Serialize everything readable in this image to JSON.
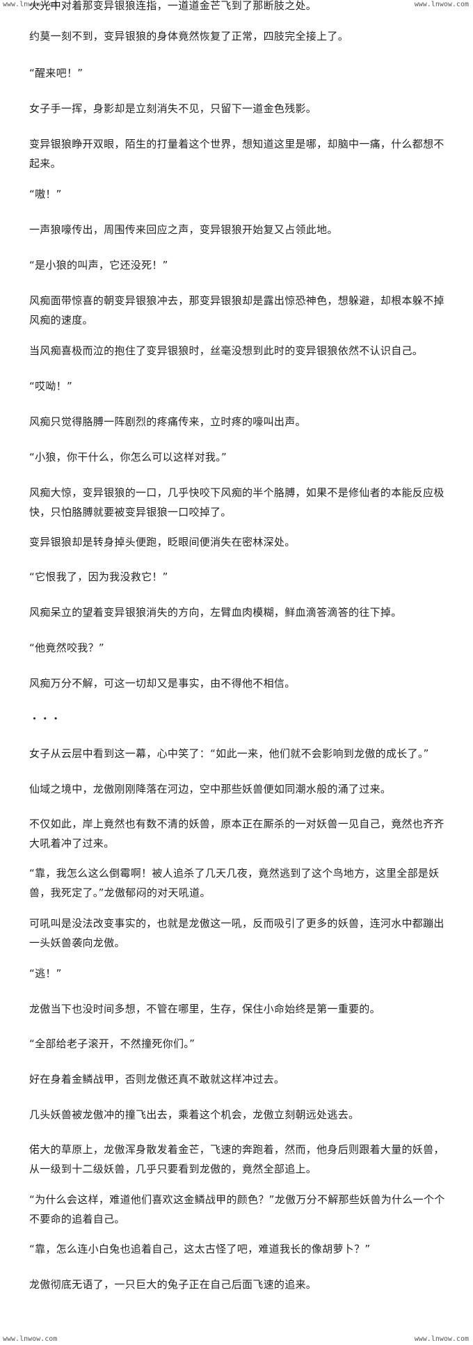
{
  "watermark": {
    "text": "www.lnwow.com"
  },
  "paragraphs": [
    "火光中对着那变异银狼连指，一道道金芒飞到了那断肢之处。",
    "约莫一刻不到，变异银狼的身体竟然恢复了正常，四肢完全接上了。",
    "“醒来吧！”",
    "女子手一挥，身影却是立刻消失不见，只留下一道金色残影。",
    "变异银狼睁开双眼，陌生的打量着这个世界，想知道这里是哪，却脑中一痛，什么都想不起来。",
    "“嗷！”",
    "一声狼嚎传出，周围传来回应之声，变异银狼开始复又占领此地。",
    "“是小狼的叫声，它还没死！”",
    "风痴面带惊喜的朝变异银狼冲去，那变异银狼却是露出惊恐神色，想躲避，却根本躲不掉风痴的速度。",
    "当风痴喜极而泣的抱住了变异银狼时，丝毫没想到此时的变异银狼依然不认识自己。",
    "“哎呦！”",
    "风痴只觉得胳膊一阵剧烈的疼痛传来，立时疼的嚎叫出声。",
    "“小狼，你干什么，你怎么可以这样对我。”",
    "风痴大惊，变异银狼的一口，几乎快咬下风痴的半个胳膊，如果不是修仙者的本能反应极快，只怕胳膊就要被变异银狼一口咬掉了。",
    "变异银狼却是转身掉头便跑，眨眼间便消失在密林深处。",
    "“它恨我了，因为我没救它！”",
    "风痴呆立的望着变异银狼消失的方向，左臂血肉模糊，鲜血滴答滴答的往下掉。",
    "“他竟然咬我？”",
    "风痴万分不解，可这一切却又是事实，由不得他不相信。",
    "・・・",
    "女子从云层中看到这一幕，心中笑了：“如此一来，他们就不会影响到龙傲的成长了。”",
    "仙域之境中，龙傲刚刚降落在河边，空中那些妖兽便如同潮水般的涌了过来。",
    "不仅如此，岸上竟然也有数不清的妖兽，原本正在厮杀的一对妖兽一见自己，竟然也齐齐大吼着冲了过来。",
    "“靠，我怎么这么倒霉啊！被人追杀了几天几夜，竟然逃到了这个鸟地方，这里全部是妖兽，我死定了。”龙傲郁闷的对天吼道。",
    "可吼叫是没法改变事实的，也就是龙傲这一吼，反而吸引了更多的妖兽，连河水中都蹦出一头妖兽袭向龙傲。",
    "“逃！”",
    "龙傲当下也没时间多想，不管在哪里，生存，保住小命始终是第一重要的。",
    "“全部给老子滚开，不然撞死你们。”",
    "好在身着金鳞战甲，否则龙傲还真不敢就这样冲过去。",
    "几头妖兽被龙傲冲的撞飞出去，乘着这个机会，龙傲立刻朝远处逃去。",
    "偌大的草原上，龙傲浑身散发着金芒，飞速的奔跑着，然而，他身后则跟着大量的妖兽，从一级到十二级妖兽，几乎只要看到龙傲的，竟然全部追上。",
    "“为什么会这样，难道他们喜欢这金鳞战甲的颜色？”龙傲万分不解那些妖兽为什么一个个不要命的追着自己。",
    "“靠，怎么连小白兔也追着自己，这太古怪了吧，难道我长的像胡萝卜？”",
    "龙傲彻底无语了，一只巨大的兔子正在自己后面飞速的追来。"
  ]
}
